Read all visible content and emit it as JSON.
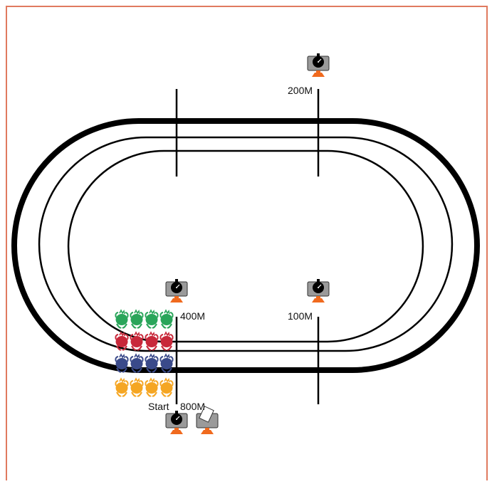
{
  "labels": {
    "m200": "200M",
    "m400": "400M",
    "m100": "100M",
    "m800": "800M",
    "start": "Start"
  },
  "colors": {
    "frame": "#e07a5f",
    "track": "#000000",
    "timer_body": "#9a9a9a",
    "timer_stand": "#f06a1e",
    "stopwatch": "#000000",
    "runner_rows": [
      "#2aa55a",
      "#c8283a",
      "#3a4a8a",
      "#f5a623"
    ]
  },
  "icons": {
    "timer": "stopwatch-monitor-icon",
    "judge": "clipboard-monitor-icon",
    "runner": "runner-icon"
  },
  "runners": {
    "rows": 4,
    "per_row": 4
  }
}
